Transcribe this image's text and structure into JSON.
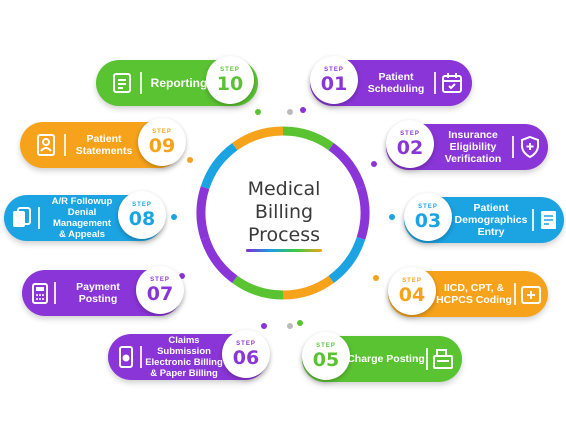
{
  "title": "Medical\nBilling\nProcess",
  "step_word": "STEP",
  "colors": {
    "green": "#5ac332",
    "purple": "#8a35d8",
    "orange": "#f6a21a",
    "blue": "#1ba3e2"
  },
  "steps": [
    {
      "num": "01",
      "label": "Patient\nScheduling",
      "icon": "calendar-icon"
    },
    {
      "num": "02",
      "label": "Insurance\nEligibility\nVerification",
      "icon": "shield-icon"
    },
    {
      "num": "03",
      "label": "Patient\nDemographics\nEntry",
      "icon": "form-icon"
    },
    {
      "num": "04",
      "label": "IICD, CPT, &\nHCPCS Coding",
      "icon": "medical-kit-icon"
    },
    {
      "num": "05",
      "label": "Charge Posting",
      "icon": "cash-register-icon"
    },
    {
      "num": "06",
      "label": "Claims Submission\nElectronic Billing\n& Paper Billing",
      "icon": "mobile-pay-icon"
    },
    {
      "num": "07",
      "label": "Payment Posting",
      "icon": "card-terminal-icon"
    },
    {
      "num": "08",
      "label": "A/R Followup\nDenial Management\n& Appeals",
      "icon": "documents-icon"
    },
    {
      "num": "09",
      "label": "Patient\nStatements",
      "icon": "statement-icon"
    },
    {
      "num": "10",
      "label": "Reporting",
      "icon": "report-icon"
    }
  ]
}
